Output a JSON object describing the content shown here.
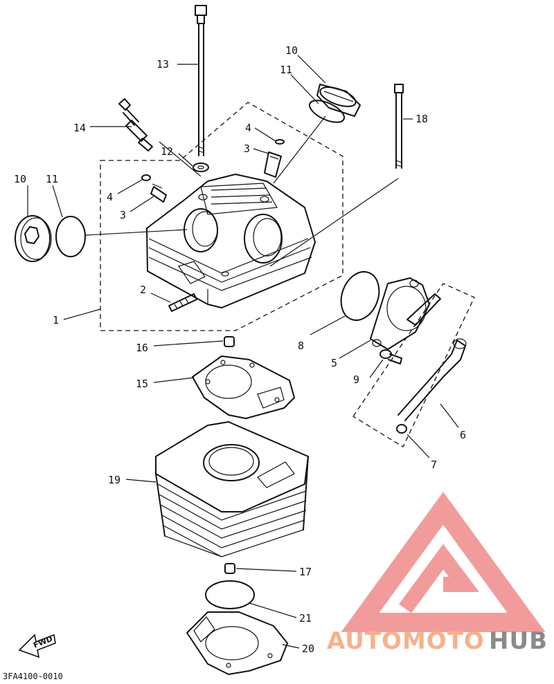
{
  "callouts": [
    {
      "id": "c1",
      "text": "1"
    },
    {
      "id": "c2",
      "text": "2"
    },
    {
      "id": "c3a",
      "text": "3"
    },
    {
      "id": "c3b",
      "text": "3"
    },
    {
      "id": "c4a",
      "text": "4"
    },
    {
      "id": "c4b",
      "text": "4"
    },
    {
      "id": "c5",
      "text": "5"
    },
    {
      "id": "c6",
      "text": "6"
    },
    {
      "id": "c7",
      "text": "7"
    },
    {
      "id": "c8",
      "text": "8"
    },
    {
      "id": "c9",
      "text": "9"
    },
    {
      "id": "c10a",
      "text": "10"
    },
    {
      "id": "c10b",
      "text": "10"
    },
    {
      "id": "c11a",
      "text": "11"
    },
    {
      "id": "c11b",
      "text": "11"
    },
    {
      "id": "c12",
      "text": "12"
    },
    {
      "id": "c13",
      "text": "13"
    },
    {
      "id": "c14",
      "text": "14"
    },
    {
      "id": "c15",
      "text": "15"
    },
    {
      "id": "c16",
      "text": "16"
    },
    {
      "id": "c17",
      "text": "17"
    },
    {
      "id": "c18",
      "text": "18"
    },
    {
      "id": "c19",
      "text": "19"
    },
    {
      "id": "c20",
      "text": "20"
    },
    {
      "id": "c21",
      "text": "21"
    }
  ],
  "diagram_code": "3FA4100-0010",
  "fwd_label": "FWD",
  "watermark": {
    "part1": "AUTOMOTO",
    "part2": "HUB",
    "logo_color": "#f08a8a",
    "text_color_1": "#f6b18c",
    "text_color_2": "#8a8a8a"
  }
}
